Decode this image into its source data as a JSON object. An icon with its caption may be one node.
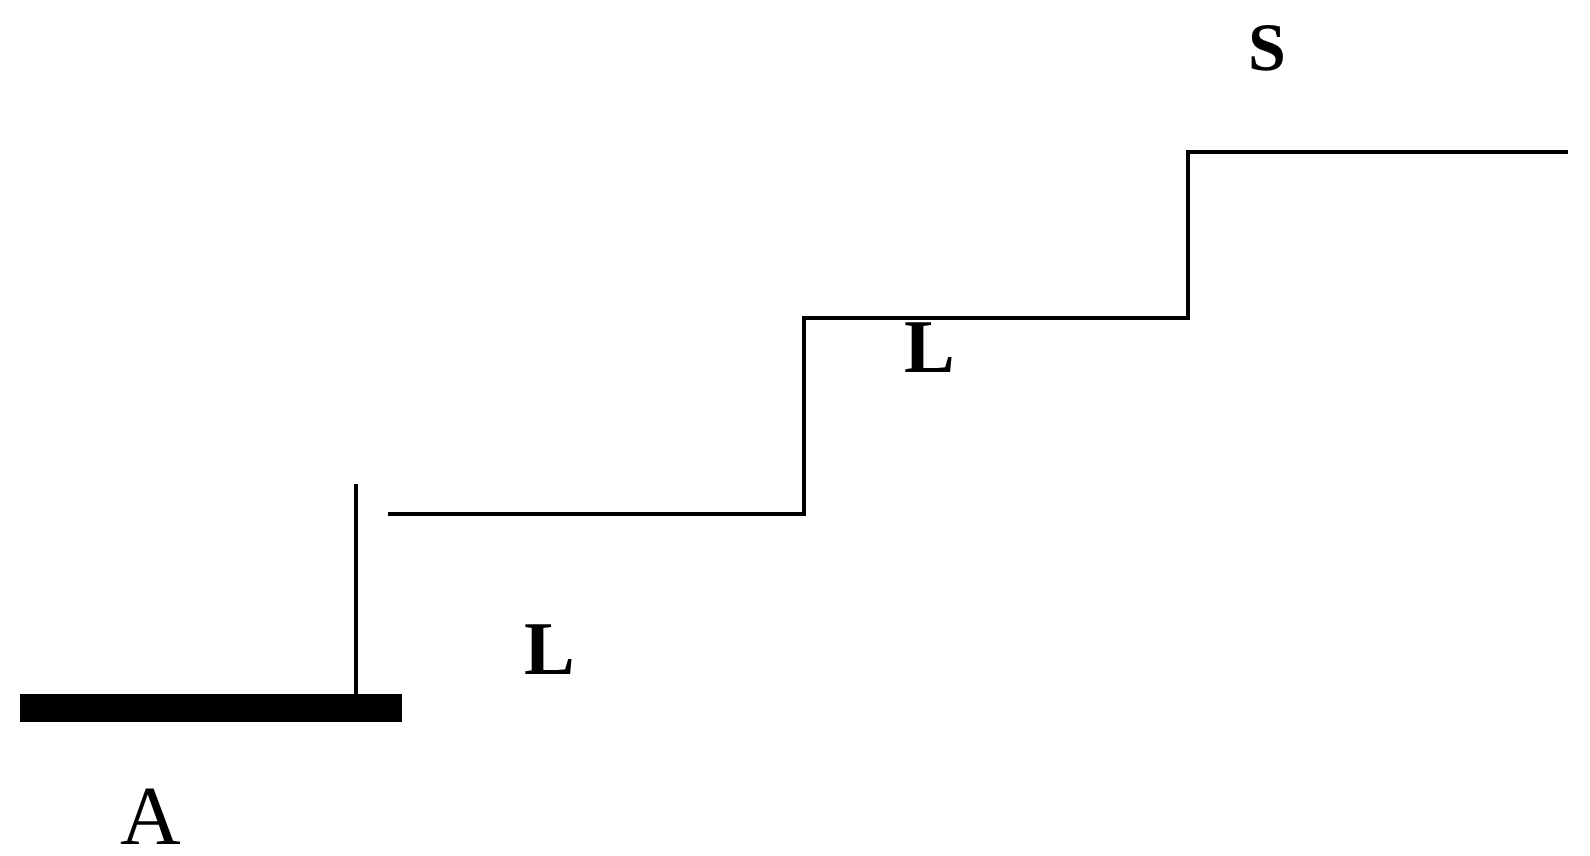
{
  "diagram": {
    "labels": [
      "S",
      "L",
      "L",
      "A"
    ]
  }
}
